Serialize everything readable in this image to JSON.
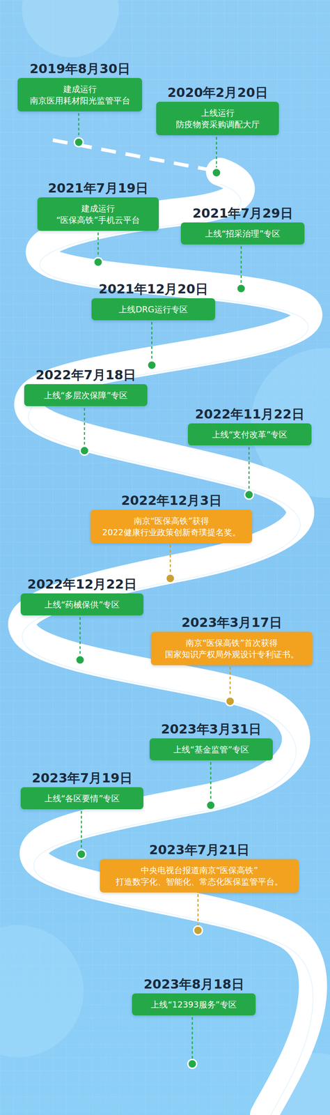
{
  "diagram": {
    "nodes": [
      {
        "text": [
          "2019年8月30日",
          "建成运行 南京医用耗材阳光监管平台"
        ]
      },
      {
        "text": [
          "2020年2月20日",
          "上线运行 防疫物资采购调配大厅"
        ]
      },
      {
        "text": [
          "2021年7月19日",
          "建成运行 “医保高铁”手机云平台"
        ]
      },
      {
        "text": [
          "2021年7月29日",
          "上线“招采治理”专区"
        ]
      },
      {
        "text": [
          "2021年12月20日",
          "上线DRG运行专区"
        ]
      },
      {
        "text": [
          "2022年7月18日",
          "上线“多层次保障”专区"
        ]
      },
      {
        "text": [
          "2022年11月22日",
          "上线“支付改革”专区"
        ]
      },
      {
        "text": [
          "2022年12月3日",
          "南京“医保高铁”获得 2022健康行业政策创新奇璞提名奖。"
        ]
      },
      {
        "text": [
          "2022年12月22日",
          "上线“药械保供”专区"
        ]
      },
      {
        "text": [
          "2023年3月17日",
          "南京“医保高铁”首次获得 国家知识产权局外观设计专利证书。"
        ]
      },
      {
        "text": [
          "2023年3月31日",
          "上线“基金监管”专区"
        ]
      },
      {
        "text": [
          "2023年7月19日",
          "上线“各区要情”专区"
        ]
      },
      {
        "text": [
          "2023年7月21日",
          "中央电视台报道南京“医保高铁” 打造数字化、智能化、常态化医保监管平台。"
        ]
      },
      {
        "text": [
          "2023年8月18日",
          "上线“12393服务”专区"
        ]
      }
    ]
  }
}
